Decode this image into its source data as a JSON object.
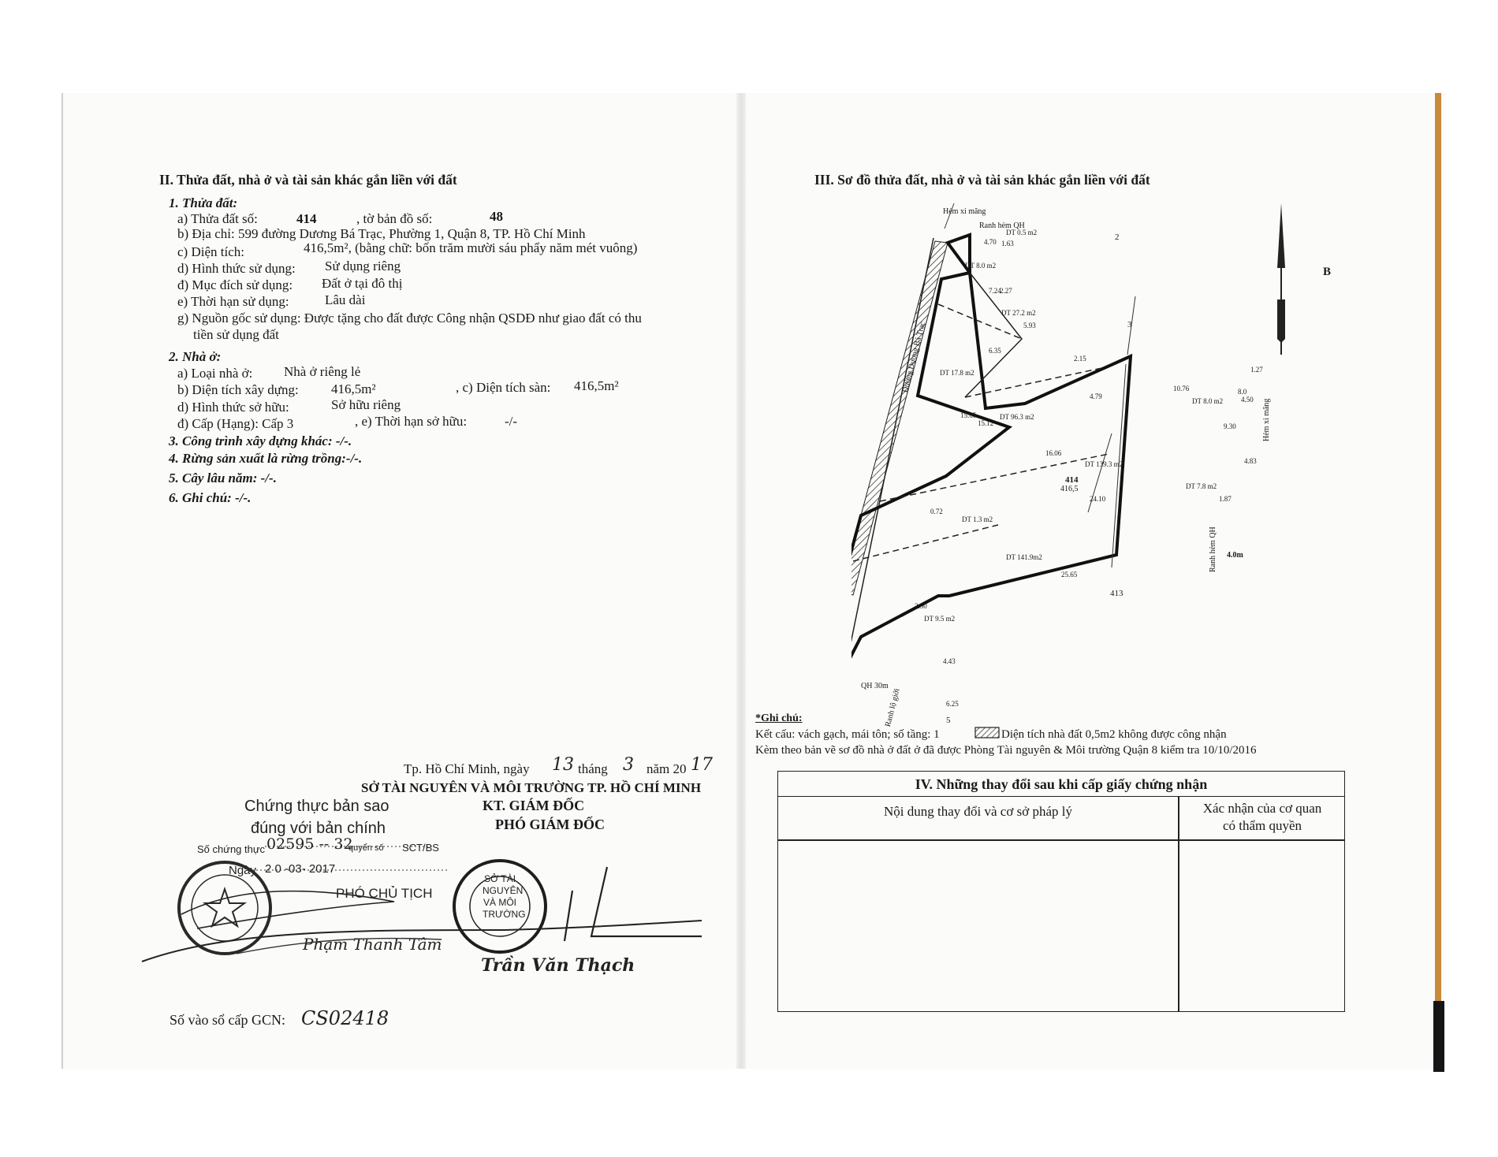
{
  "left": {
    "section_title": "II. Thửa đất, nhà ở và tài sản khác gắn liền với đất",
    "land": {
      "heading": "1. Thửa đất:",
      "a_label": "a) Thửa đất số:",
      "a_value": "414",
      "a_map_label": ", tờ bản đồ số:",
      "a_map_value": "48",
      "b": "b) Địa chỉ:  599 đường Dương Bá Trạc, Phường 1, Quận 8, TP. Hồ Chí Minh",
      "c_label": "c) Diện tích:",
      "c_value": "416,5m², (bằng chữ: bốn trăm mười sáu phẩy năm mét vuông)",
      "d_label": "d) Hình thức sử dụng:",
      "d_value": "Sử dụng riêng",
      "dd_label": "đ) Mục đích sử dụng:",
      "dd_value": "Đất ở tại đô thị",
      "e_label": "e) Thời hạn sử dụng:",
      "e_value": "Lâu dài",
      "g_line1": "g) Nguồn gốc sử dụng:  Được tặng cho đất được Công nhận QSDĐ như giao đất có thu",
      "g_line2": "tiền sử dụng đất"
    },
    "house": {
      "heading": "2. Nhà ở:",
      "a_label": "a) Loại nhà ở:",
      "a_value": "Nhà ở riêng lẻ",
      "b_label": "b) Diện tích xây dựng:",
      "b_value": "416,5m²",
      "c_label": ", c) Diện tích sàn:",
      "c_value": "416,5m²",
      "d_label": "d) Hình thức sở hữu:",
      "d_value": "Sở hữu riêng",
      "dd_label": "đ) Cấp (Hạng):  Cấp 3",
      "e_label": ", e) Thời hạn sở hữu:",
      "e_value": "-/-"
    },
    "item3": "3. Công trình xây dựng khác: -/-.",
    "item4": "4. Rừng sản xuất là rừng trồng:-/-.",
    "item5": "5. Cây lâu năm: -/-.",
    "item6": "6. Ghi chú: -/-.",
    "signing": {
      "place_date_prefix": "Tp. Hồ Chí Minh, ngày",
      "day": "13",
      "month_label": "tháng",
      "month": "3",
      "year_label": "năm 20",
      "year": "17",
      "authority": "SỞ TÀI NGUYÊN VÀ MÔI TRƯỜNG TP. HỒ CHÍ MINH",
      "kt": "KT. GIÁM ĐỐC",
      "deputy": "PHÓ GIÁM ĐỐC",
      "signer": "Trần Văn Thạch"
    },
    "certification": {
      "line1": "Chứng thực bản sao",
      "line2": "đúng với bản chính",
      "number_label": "Số chứng thực",
      "number_value": "02595 -- 32",
      "book_label": "quyển số",
      "book_value": "SCT/BS",
      "date_label": "Ngày",
      "date_value": "2 0 -03- 2017",
      "role": "PHÓ CHỦ TỊCH",
      "signer": "Phạm Thanh Tâm"
    },
    "seal_text": "SỞ TÀI NGUYÊN VÀ MÔI TRƯỜNG",
    "registry_label": "Số vào sổ cấp GCN:",
    "registry_value": "CS02418"
  },
  "right": {
    "section_title": "III. Sơ đồ thửa đất, nhà ở và tài sản khác gắn liền với đất",
    "plan_labels": {
      "street": "Đường Dương Bá Trạc",
      "alley_top": "Hẻm xi măng",
      "alley_right": "Hẻm xi măng",
      "ranh_top": "Ranh hẻm QH",
      "ranh_right": "Ranh hẻm QH",
      "ranh_bottom": "Ranh lộ giới",
      "parcel_id": "414",
      "parcel_area": "416,5",
      "north": "B",
      "neighbor_2": "2",
      "neighbor_3": "3",
      "neighbor_413": "413",
      "neighbor_5": "5",
      "qh": "QH 30m",
      "width_right": "4.0m",
      "areas": [
        "DT 0.5 m2",
        "DT 8.0 m2",
        "DT 27.2 m2",
        "DT 17.8 m2",
        "DT 96.3 m2",
        "DT 8.0 m2",
        "DT 139.3 m2",
        "DT 7.8 m2",
        "DT 1.3 m2",
        "DT 141.9m2",
        "DT 9.5 m2"
      ],
      "dims": [
        "1.63",
        "4.70",
        "7.24",
        "2.27",
        "5.93",
        "6.35",
        "2.15",
        "10.76",
        "4.79",
        "16.06",
        "15.65",
        "15.12",
        "24.10",
        "25.65",
        "4.50",
        "1.27",
        "4.83",
        "1.87",
        "8.0",
        "9.30",
        "0.72",
        "4.43",
        "6.25",
        "3.50"
      ]
    },
    "notes_title": "*Ghi chú:",
    "note1_prefix": "Kết cấu: vách gạch, mái tôn; số tầng: 1",
    "note1_legend": "Diện tích nhà đất 0,5m2 không được công nhận",
    "note2": "Kèm theo bản vẽ sơ đồ nhà ở đất ở đã được Phòng Tài nguyên & Môi trường Quận 8 kiểm tra 10/10/2016",
    "table": {
      "title": "IV. Những thay đổi sau khi cấp giấy chứng nhận",
      "col1": "Nội dung thay đổi và cơ sở pháp lý",
      "col2_line1": "Xác nhận của cơ quan",
      "col2_line2": "có thẩm quyền"
    }
  }
}
